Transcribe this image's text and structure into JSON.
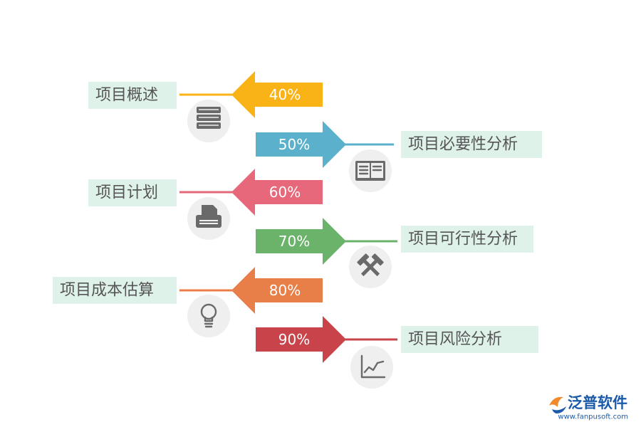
{
  "items": [
    {
      "label": "项目概述",
      "percent": "40%",
      "color": "#f9b316",
      "side": "left",
      "icon": "books-icon"
    },
    {
      "label": "项目必要性分析",
      "percent": "50%",
      "color": "#5bb0cc",
      "side": "right",
      "icon": "open-book-icon"
    },
    {
      "label": "项目计划",
      "percent": "60%",
      "color": "#e6687a",
      "side": "left",
      "icon": "printer-icon"
    },
    {
      "label": "项目可行性分析",
      "percent": "70%",
      "color": "#6bb36b",
      "side": "right",
      "icon": "hammers-icon"
    },
    {
      "label": "项目成本估算",
      "percent": "80%",
      "color": "#e87f48",
      "side": "left",
      "icon": "lightbulb-icon"
    },
    {
      "label": "项目风险分析",
      "percent": "90%",
      "color": "#c9444a",
      "side": "right",
      "icon": "trend-chart-icon"
    }
  ],
  "logo": {
    "name": "泛普软件",
    "url": "www.fanpusoft.com",
    "color": "#1b5aa8"
  }
}
